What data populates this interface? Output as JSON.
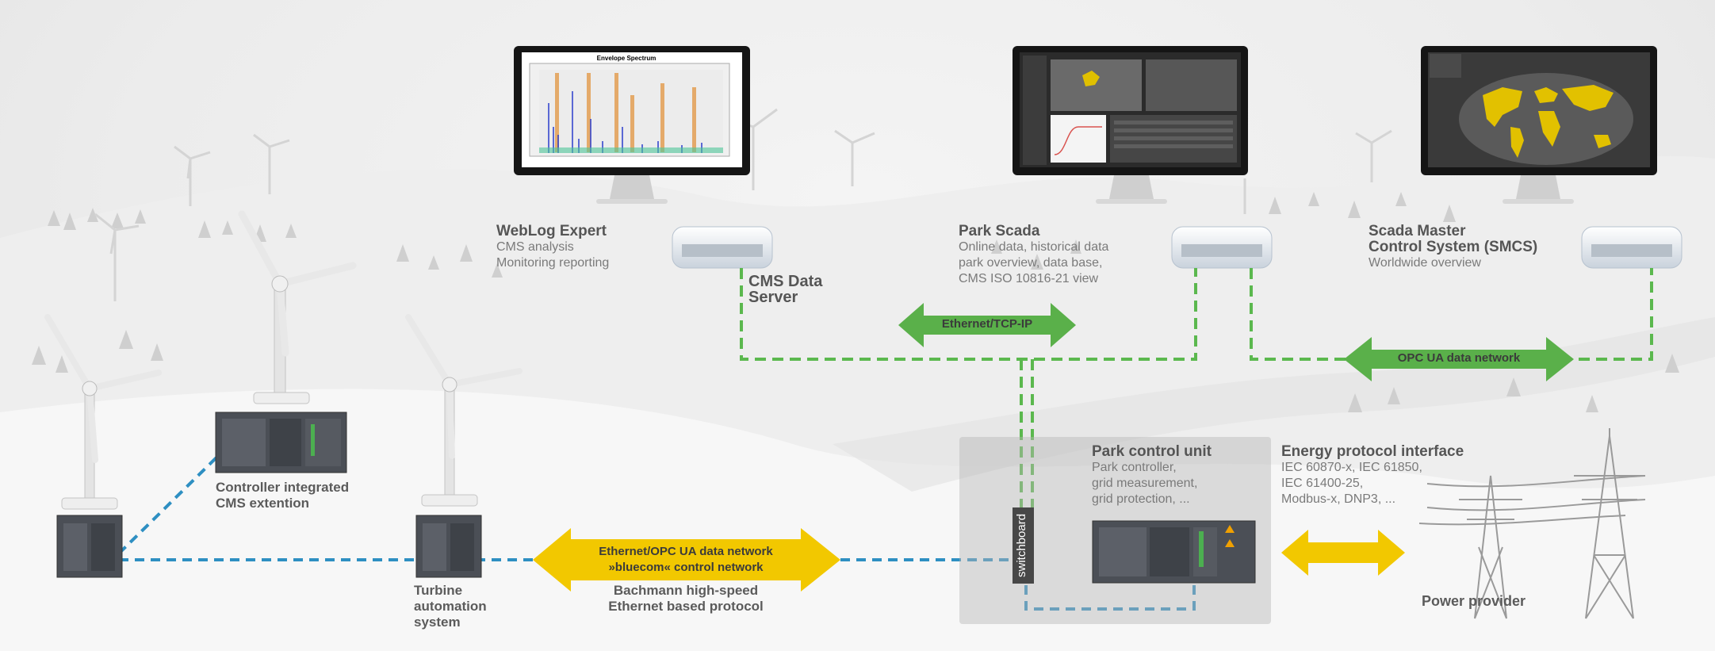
{
  "weblog": {
    "title": "WebLog Expert",
    "line1": "CMS analysis",
    "line2": "Monitoring reporting"
  },
  "cms_server": {
    "line1": "CMS Data",
    "line2": "Server"
  },
  "park_scada": {
    "title": "Park Scada",
    "line1": "Online data, historical data",
    "line2": "park overview, data base,",
    "line3": "CMS ISO 10816-21 view"
  },
  "smcs": {
    "title1": "Scada Master",
    "title2": "Control System (SMCS)",
    "line1": "Worldwide overview"
  },
  "envelope_chart_title": "Envelope Spectrum",
  "arrows": {
    "ethernet_tcp": "Ethernet/TCP-IP",
    "opc_ua": "OPC UA data network",
    "bluecom_line1": "Ethernet/OPC UA data network",
    "bluecom_line2": "»bluecom« control network"
  },
  "bachmann": {
    "line1": "Bachmann high-speed",
    "line2": "Ethernet based protocol"
  },
  "controller_cms": {
    "line1": "Controller integrated",
    "line2": "CMS extention"
  },
  "turbine_automation": {
    "line1": "Turbine",
    "line2": "automation",
    "line3": "system"
  },
  "park_control": {
    "title": "Park control unit",
    "line1": "Park controller,",
    "line2": "grid measurement,",
    "line3": "grid protection, ..."
  },
  "switchboard": "switchboard",
  "energy_protocol": {
    "title": "Energy protocol interface",
    "line1": "IEC 60870-x, IEC 61850,",
    "line2": "IEC 61400-25,",
    "line3": "Modbus-x, DNP3, ..."
  },
  "power_provider": "Power provider",
  "colors": {
    "green_link": "#5bb84e",
    "blue_link": "#2e8fc2",
    "yellow_arrow": "#f2c800",
    "green_arrow": "#5ab04a",
    "monitor_screen": "#2a2a2a"
  }
}
